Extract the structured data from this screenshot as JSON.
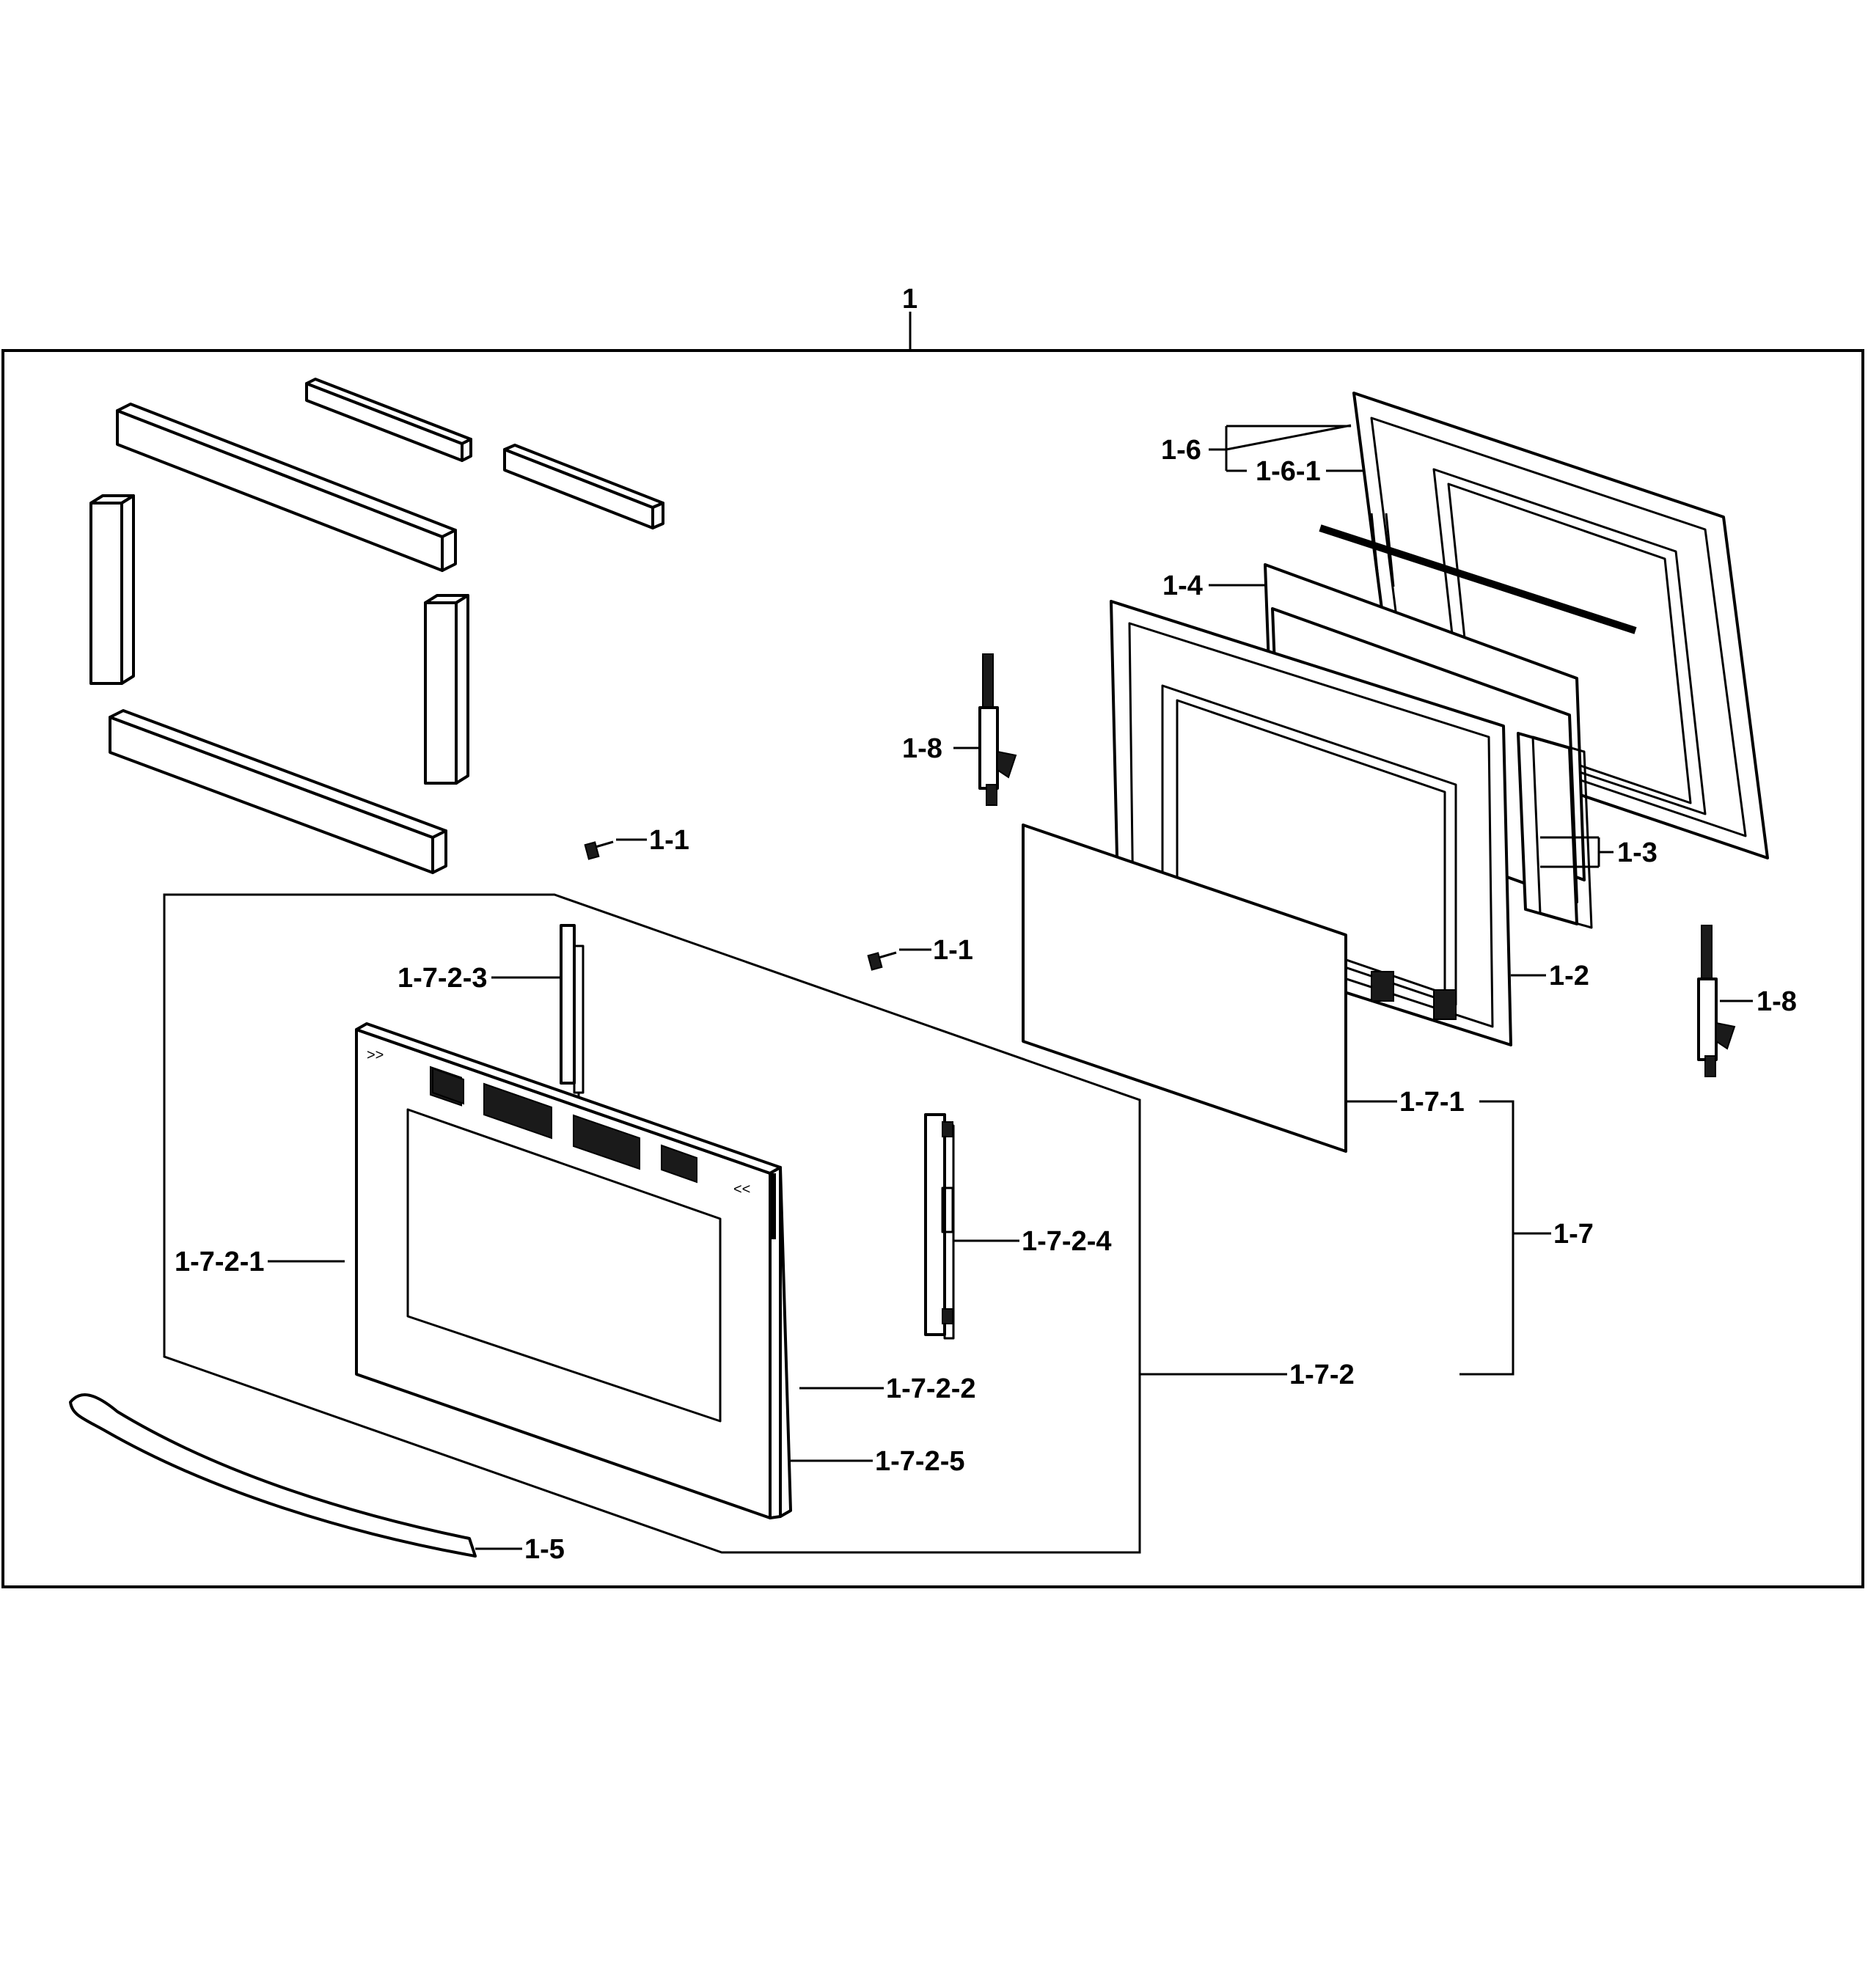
{
  "labels": {
    "assembly": "1",
    "screw_1": "1-1",
    "screw_2": "1-1",
    "inner_door": "1-2",
    "glass_pair": "1-3",
    "insulation": "1-4",
    "gasket": "1-5",
    "door_liner": "1-6",
    "liner_seal": "1-6-1",
    "outer_door": "1-7",
    "inner_glass": "1-7-1",
    "door_panel": "1-7-2",
    "door_frame": "1-7-2-1",
    "door_glass": "1-7-2-2",
    "left_bracket": "1-7-2-3",
    "right_bracket": "1-7-2-4",
    "trim": "1-7-2-5",
    "hinge_left": "1-8",
    "hinge_right": "1-8"
  }
}
